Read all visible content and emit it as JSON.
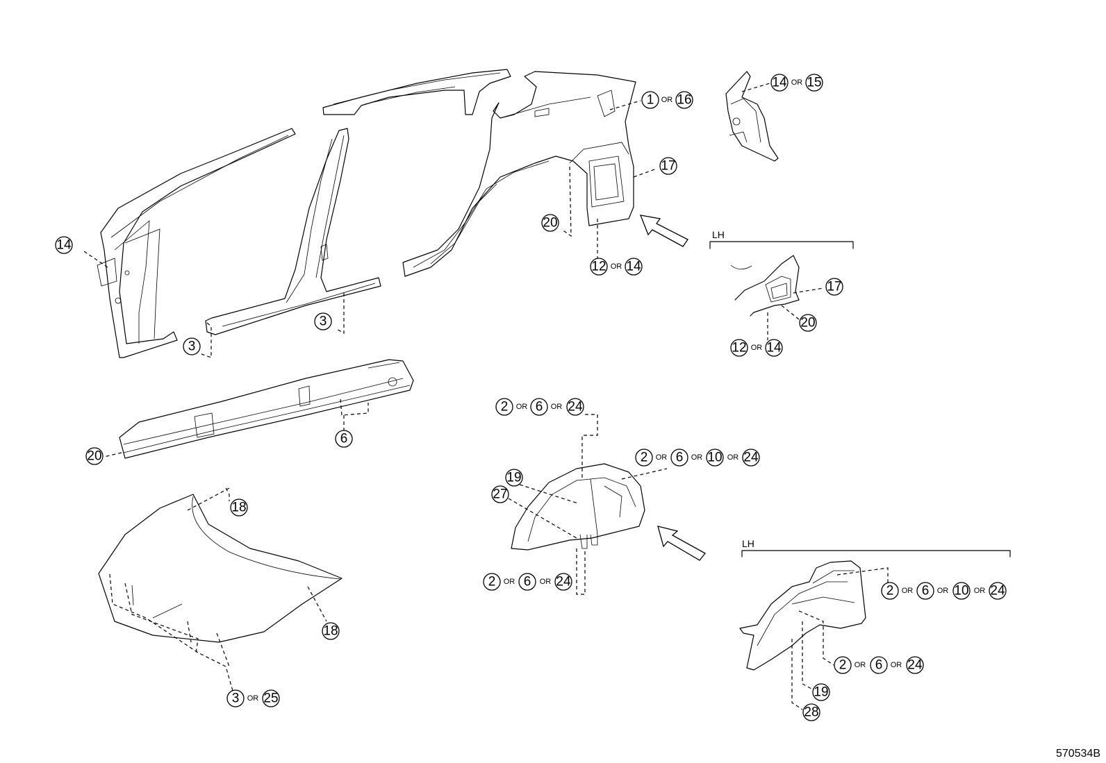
{
  "drawing_code": "570534B",
  "or_word": "OR",
  "section_labels": {
    "upper_lh": "LH",
    "lower_lh": "LH"
  },
  "callouts": {
    "c_1_16": [
      "1",
      "16"
    ],
    "c_14_15": [
      "14",
      "15"
    ],
    "c_17_main": [
      "17"
    ],
    "c_20_main": [
      "20"
    ],
    "c_12_14_main": [
      "12",
      "14"
    ],
    "c_14_pillar": [
      "14"
    ],
    "c_3_left": [
      "3"
    ],
    "c_3_right": [
      "3"
    ],
    "c_20_rocker": [
      "20"
    ],
    "c_6_rocker": [
      "6"
    ],
    "c_17_lh": [
      "17"
    ],
    "c_20_lh": [
      "20"
    ],
    "c_12_14_lh": [
      "12",
      "14"
    ],
    "c_2_6_24_top": [
      "2",
      "6",
      "24"
    ],
    "c_2_6_10_24_main": [
      "2",
      "6",
      "10",
      "24"
    ],
    "c_19_main": [
      "19"
    ],
    "c_27_main": [
      "27"
    ],
    "c_2_6_24_bottom": [
      "2",
      "6",
      "24"
    ],
    "c_18_top": [
      "18"
    ],
    "c_18_right": [
      "18"
    ],
    "c_3_25": [
      "3",
      "25"
    ],
    "c_2_6_10_24_lh": [
      "2",
      "6",
      "10",
      "24"
    ],
    "c_2_6_24_lh": [
      "2",
      "6",
      "24"
    ],
    "c_19_lh": [
      "19"
    ],
    "c_28_lh": [
      "28"
    ]
  }
}
